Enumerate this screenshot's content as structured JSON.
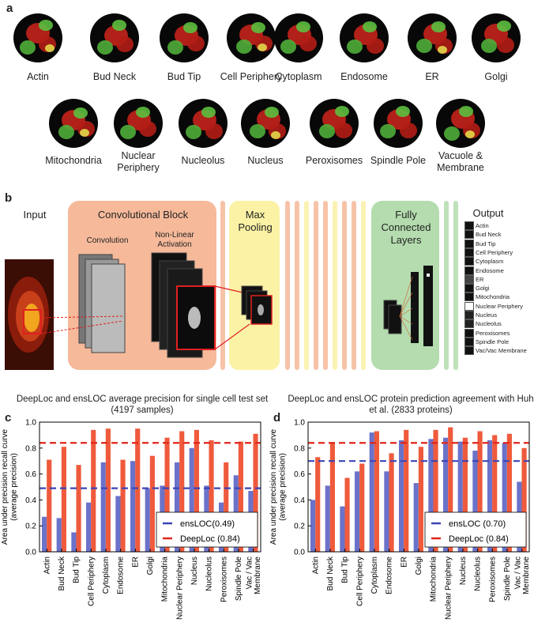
{
  "panel_a": {
    "letter": "a",
    "row1": [
      "Actin",
      "Bud Neck",
      "Bud Tip",
      "Cell Periphery",
      "Cytoplasm",
      "Endosome",
      "ER",
      "Golgi"
    ],
    "row2": [
      "Mitochondria",
      "Nuclear Periphery",
      "Nucleolus",
      "Nucleus",
      "Peroxisomes",
      "Spindle Pole",
      "Vacuole & Membrane"
    ]
  },
  "panel_b": {
    "letter": "b",
    "input_label": "Input",
    "conv_block_label": "Convolutional Block",
    "conv_label": "Convolution",
    "nonlinear_label": "Non-Linear Activation",
    "pool_label": "Max Pooling",
    "fc_label": "Fully Connected Layers",
    "output_label": "Output",
    "output_classes": [
      "Actin",
      "Bud Neck",
      "Bud Tip",
      "Cell Periphery",
      "Cytoplasm",
      "Endosome",
      "ER",
      "Golgi",
      "Mitochondria",
      "Nuclear Periphery",
      "Nucleus",
      "Nucleolus",
      "Peroxisomes",
      "Spindle Pole",
      "Vac/Vac Membrane"
    ]
  },
  "colors": {
    "ensloc": "#6b72c9",
    "deeploc": "#ef5a3c",
    "conv_block": "#f6b99a",
    "pool_block": "#fbf2a6",
    "fc_block": "#b4dcae"
  },
  "chart_data": [
    {
      "letter": "c",
      "type": "bar",
      "title": "DeepLoc and ensLOC average precision for single cell test set (4197 samples)",
      "ylabel": "Area under precision recall curve (average precision)",
      "ylim": [
        0.0,
        1.0
      ],
      "yticks": [
        "0.0",
        "0.2",
        "0.4",
        "0.6",
        "0.8",
        "1.0"
      ],
      "categories": [
        "Actin",
        "Bud Neck",
        "Bud Tip",
        "Cell Periphery",
        "Cytoplasm",
        "Endosome",
        "ER",
        "Golgi",
        "Mitochondria",
        "Nuclear Periphery",
        "Nucleus",
        "Nucleolus",
        "Peroxisomes",
        "Spindle Pole",
        "Vac / Vac Membrane"
      ],
      "series": [
        {
          "name": "ensLOC(0.49)",
          "values": [
            0.27,
            0.26,
            0.15,
            0.38,
            0.69,
            0.43,
            0.7,
            0.49,
            0.51,
            0.69,
            0.8,
            0.51,
            0.38,
            0.59,
            0.47
          ],
          "mean": 0.49
        },
        {
          "name": "DeepLoc (0.84)",
          "values": [
            0.71,
            0.81,
            0.67,
            0.94,
            0.95,
            0.71,
            0.95,
            0.74,
            0.88,
            0.93,
            0.94,
            0.86,
            0.69,
            0.85,
            0.91
          ],
          "mean": 0.84
        }
      ],
      "legend": "bottom-right",
      "grid": false
    },
    {
      "letter": "d",
      "type": "bar",
      "title": "DeepLoc and ensLOC protein prediction agreement with Huh et al. (2833 proteins)",
      "ylabel": "Area under precision recall curve (average precision)",
      "ylim": [
        0.0,
        1.0
      ],
      "yticks": [
        "0.0",
        "0.2",
        "0.4",
        "0.6",
        "0.8",
        "1.0"
      ],
      "categories": [
        "Actin",
        "Bud Neck",
        "Bud Tip",
        "Cell Periphery",
        "Cytoplasm",
        "Endosome",
        "ER",
        "Golgi",
        "Mitochondria",
        "Nuclear Periphery",
        "Nucleus",
        "Nucleolus",
        "Peroxisomes",
        "Spindle Pole",
        "Vac / Vac Membrane"
      ],
      "series": [
        {
          "name": "ensLOC (0.70)",
          "values": [
            0.4,
            0.51,
            0.35,
            0.62,
            0.92,
            0.62,
            0.86,
            0.53,
            0.87,
            0.88,
            0.85,
            0.78,
            0.86,
            0.84,
            0.54
          ],
          "mean": 0.7
        },
        {
          "name": "DeepLoc (0.84)",
          "values": [
            0.73,
            0.84,
            0.57,
            0.68,
            0.93,
            0.76,
            0.94,
            0.81,
            0.94,
            0.96,
            0.88,
            0.93,
            0.9,
            0.91,
            0.8
          ],
          "mean": 0.84
        }
      ],
      "legend": "bottom-right",
      "grid": false
    }
  ]
}
